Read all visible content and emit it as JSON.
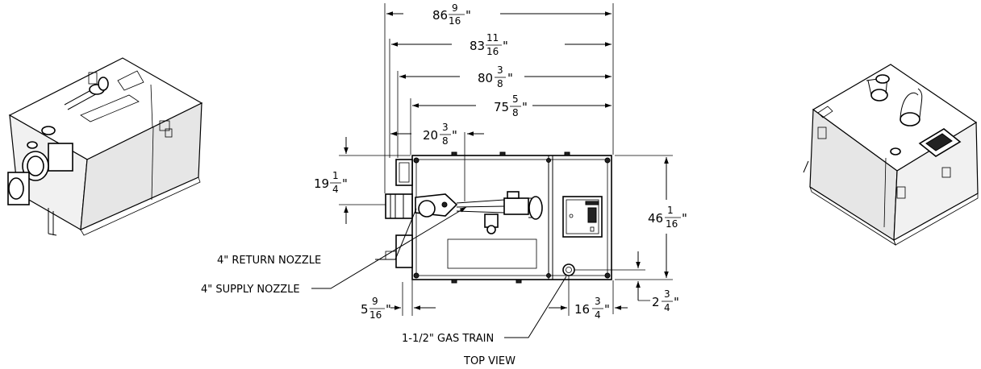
{
  "view_title": "TOP VIEW",
  "dimensions": {
    "overall_length": {
      "whole": "86",
      "num": "9",
      "den": "16"
    },
    "length_2": {
      "whole": "83",
      "num": "11",
      "den": "16"
    },
    "length_3": {
      "whole": "80",
      "num": "3",
      "den": "8"
    },
    "length_4": {
      "whole": "75",
      "num": "5",
      "den": "8"
    },
    "nozzle_offset": {
      "whole": "20",
      "num": "3",
      "den": "8"
    },
    "nozzle_spacing": {
      "whole": "19",
      "num": "1",
      "den": "4"
    },
    "overall_width": {
      "whole": "46",
      "num": "1",
      "den": "16"
    },
    "supply_offset": {
      "whole": "5",
      "num": "9",
      "den": "16"
    },
    "gas_offset_x": {
      "whole": "16",
      "num": "3",
      "den": "4"
    },
    "gas_offset_y": {
      "whole": "2",
      "num": "3",
      "den": "4"
    },
    "inch_mark": "\""
  },
  "callouts": {
    "return_nozzle": "4\" RETURN NOZZLE",
    "supply_nozzle": "4\" SUPPLY NOZZLE",
    "gas_train": "1-1/2\" GAS TRAIN"
  }
}
